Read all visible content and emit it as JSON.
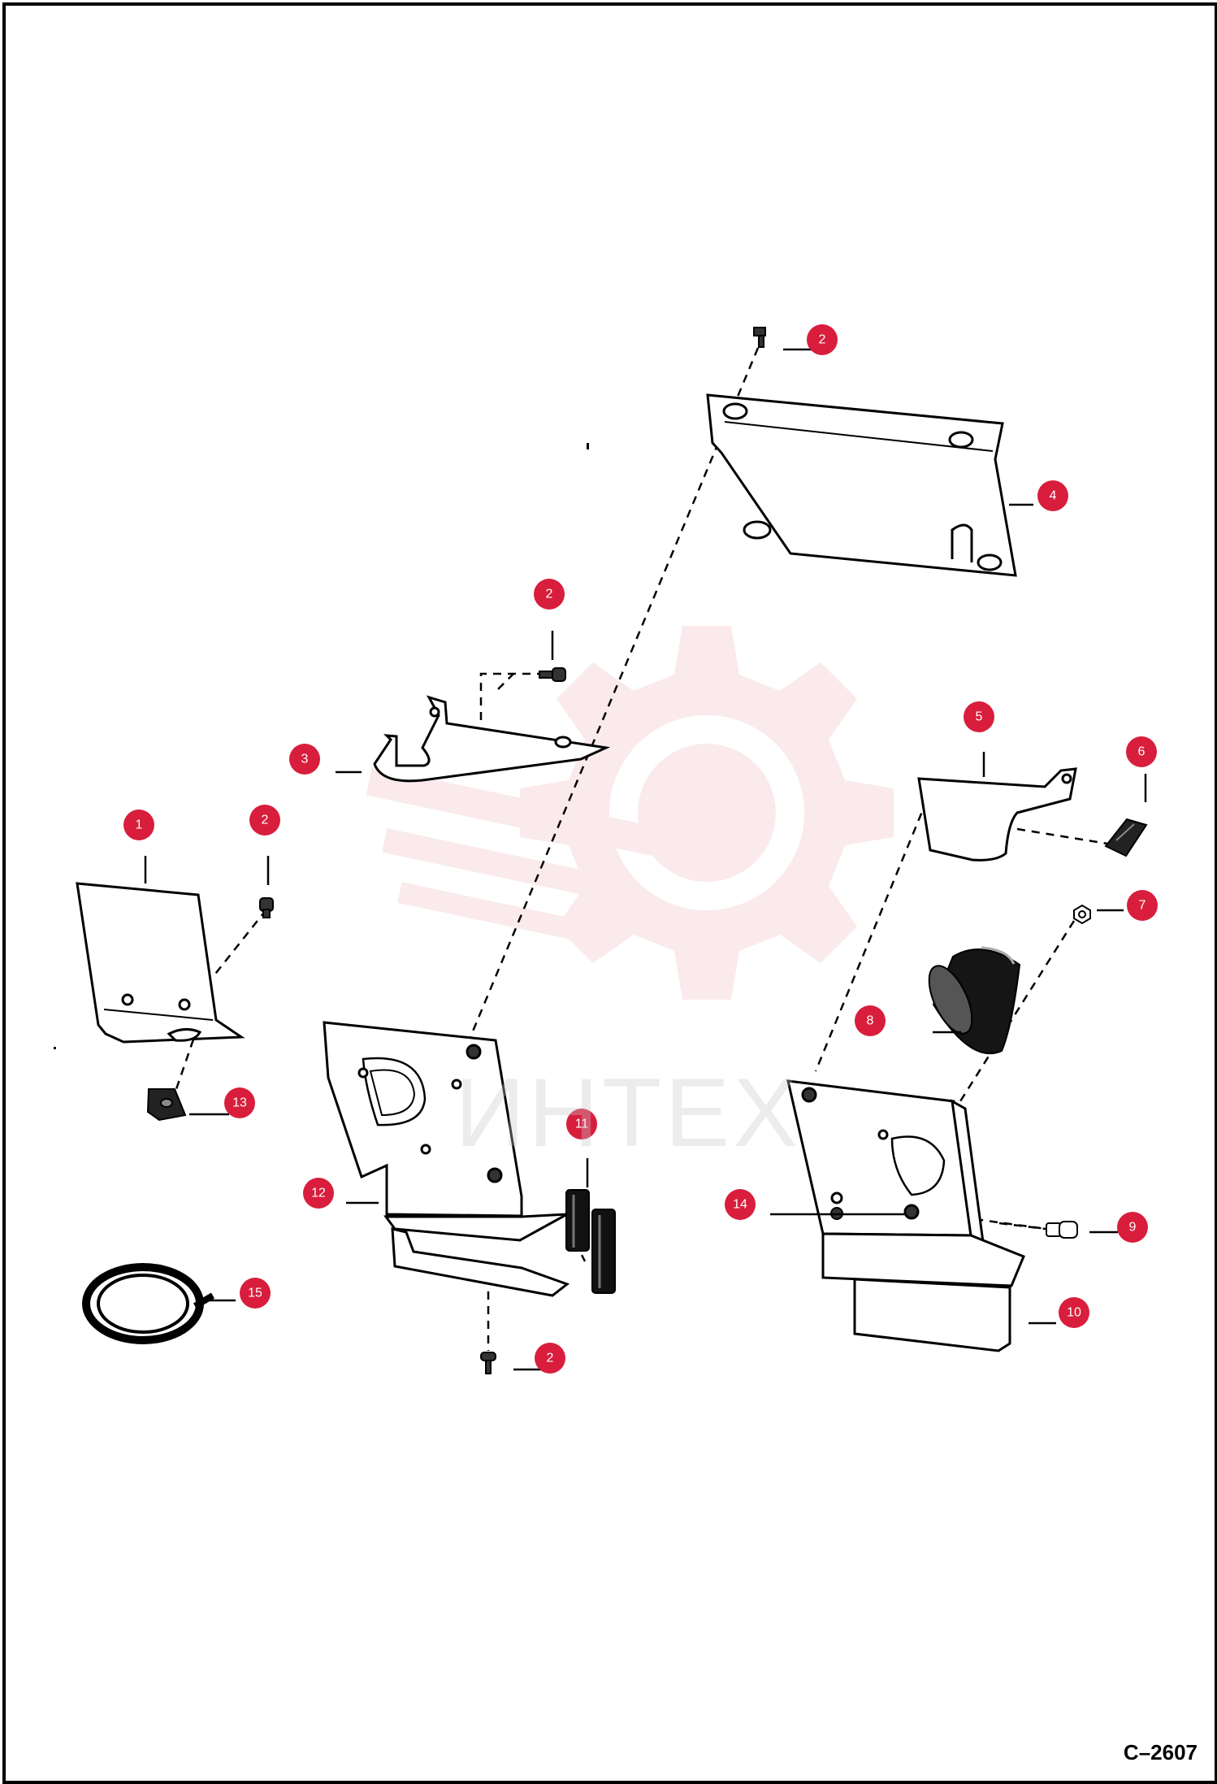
{
  "figure_code": "C–2607",
  "watermark": {
    "text": "ИНТЕХ",
    "color": "#e8a0a8"
  },
  "colors": {
    "callout": "#d81e3c",
    "line": "#000000"
  },
  "callouts": [
    {
      "id": "c1",
      "number": "1",
      "part": "left-cover-plate"
    },
    {
      "id": "c2a",
      "number": "2",
      "part": "screw-top"
    },
    {
      "id": "c2b",
      "number": "2",
      "part": "screw-center"
    },
    {
      "id": "c2c",
      "number": "2",
      "part": "screw-left"
    },
    {
      "id": "c2d",
      "number": "2",
      "part": "screw-bottom"
    },
    {
      "id": "c3",
      "number": "3",
      "part": "bracket"
    },
    {
      "id": "c4",
      "number": "4",
      "part": "top-plate"
    },
    {
      "id": "c5",
      "number": "5",
      "part": "right-cover"
    },
    {
      "id": "c6",
      "number": "6",
      "part": "clip"
    },
    {
      "id": "c7",
      "number": "7",
      "part": "nut"
    },
    {
      "id": "c8",
      "number": "8",
      "part": "boot"
    },
    {
      "id": "c9",
      "number": "9",
      "part": "bolt"
    },
    {
      "id": "c10",
      "number": "10",
      "part": "right-panel"
    },
    {
      "id": "c11",
      "number": "11",
      "part": "seal-strip"
    },
    {
      "id": "c12",
      "number": "12",
      "part": "left-panel"
    },
    {
      "id": "c13",
      "number": "13",
      "part": "grommet"
    },
    {
      "id": "c14",
      "number": "14",
      "part": "screw-right-panel"
    },
    {
      "id": "c15",
      "number": "15",
      "part": "hose"
    }
  ]
}
